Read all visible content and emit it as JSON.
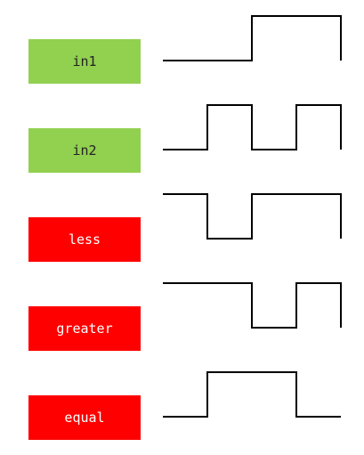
{
  "colors": {
    "input_label_bg": "#92d050",
    "output_label_bg": "#ff0000",
    "waveform_line": "#000000"
  },
  "signals": [
    {
      "id": "in1",
      "label": "in1",
      "kind": "input",
      "levels": [
        0,
        0,
        1,
        1
      ]
    },
    {
      "id": "in2",
      "label": "in2",
      "kind": "input",
      "levels": [
        0,
        1,
        0,
        1
      ]
    },
    {
      "id": "less",
      "label": "less",
      "kind": "output",
      "levels": [
        1,
        0,
        1,
        1
      ]
    },
    {
      "id": "greater",
      "label": "greater",
      "kind": "output",
      "levels": [
        1,
        1,
        0,
        1
      ]
    },
    {
      "id": "equal",
      "label": "equal",
      "kind": "output",
      "levels": [
        0,
        1,
        1,
        0
      ]
    }
  ]
}
